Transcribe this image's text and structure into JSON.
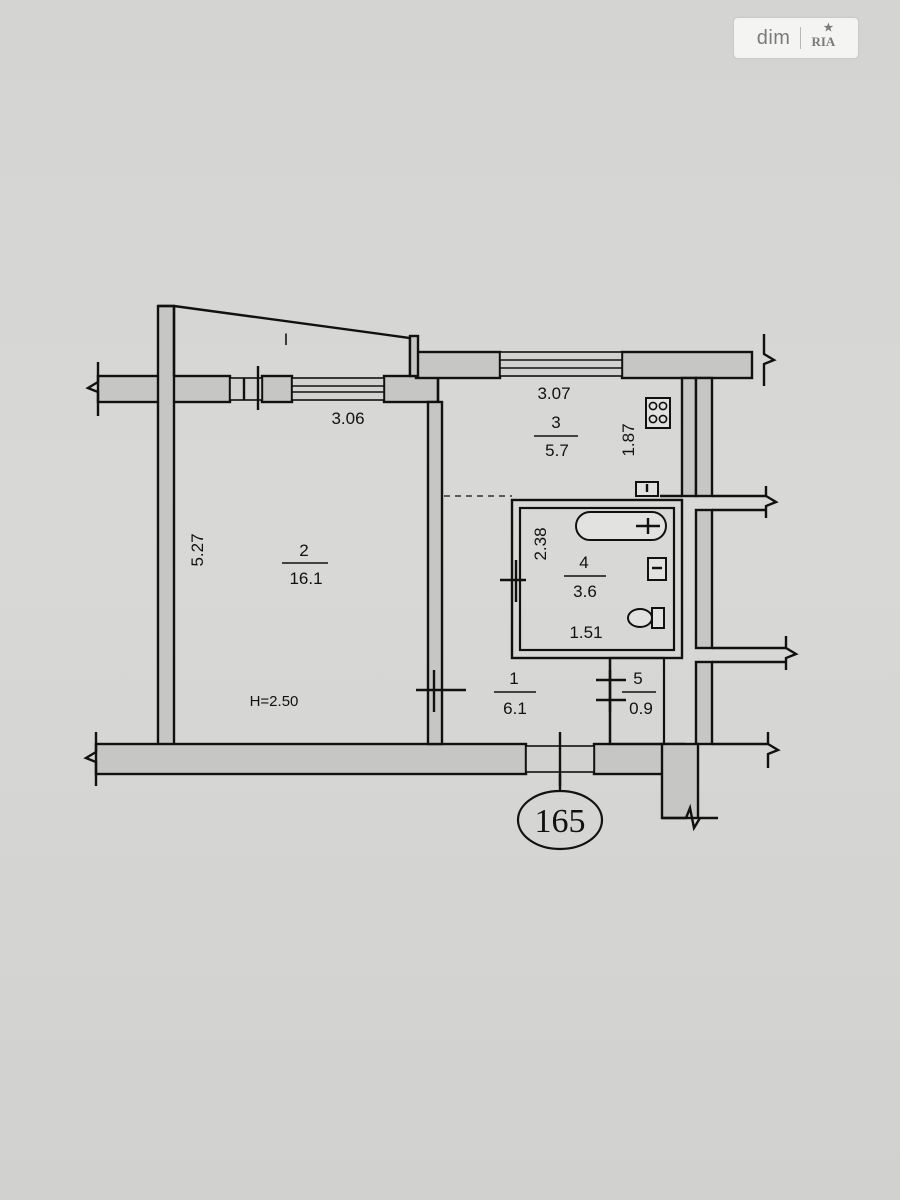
{
  "watermark": {
    "brand_left": "dim",
    "brand_right": "RIA",
    "star": "★"
  },
  "rooms": {
    "room1": {
      "number": "1",
      "area": "6.1"
    },
    "room2": {
      "number": "2",
      "area": "16.1",
      "ceiling_height": "H=2.50"
    },
    "room3": {
      "number": "3",
      "area": "5.7"
    },
    "room4": {
      "number": "4",
      "area": "3.6"
    },
    "room5": {
      "number": "5",
      "area": "0.9"
    },
    "balcony": {
      "label": "I"
    }
  },
  "dimensions": {
    "room2_width": "3.06",
    "room2_length": "5.27",
    "room3_width": "3.07",
    "room3_length": "1.87",
    "room4_length": "2.38",
    "room4_width": "1.51"
  },
  "apartment": {
    "number": "165"
  }
}
